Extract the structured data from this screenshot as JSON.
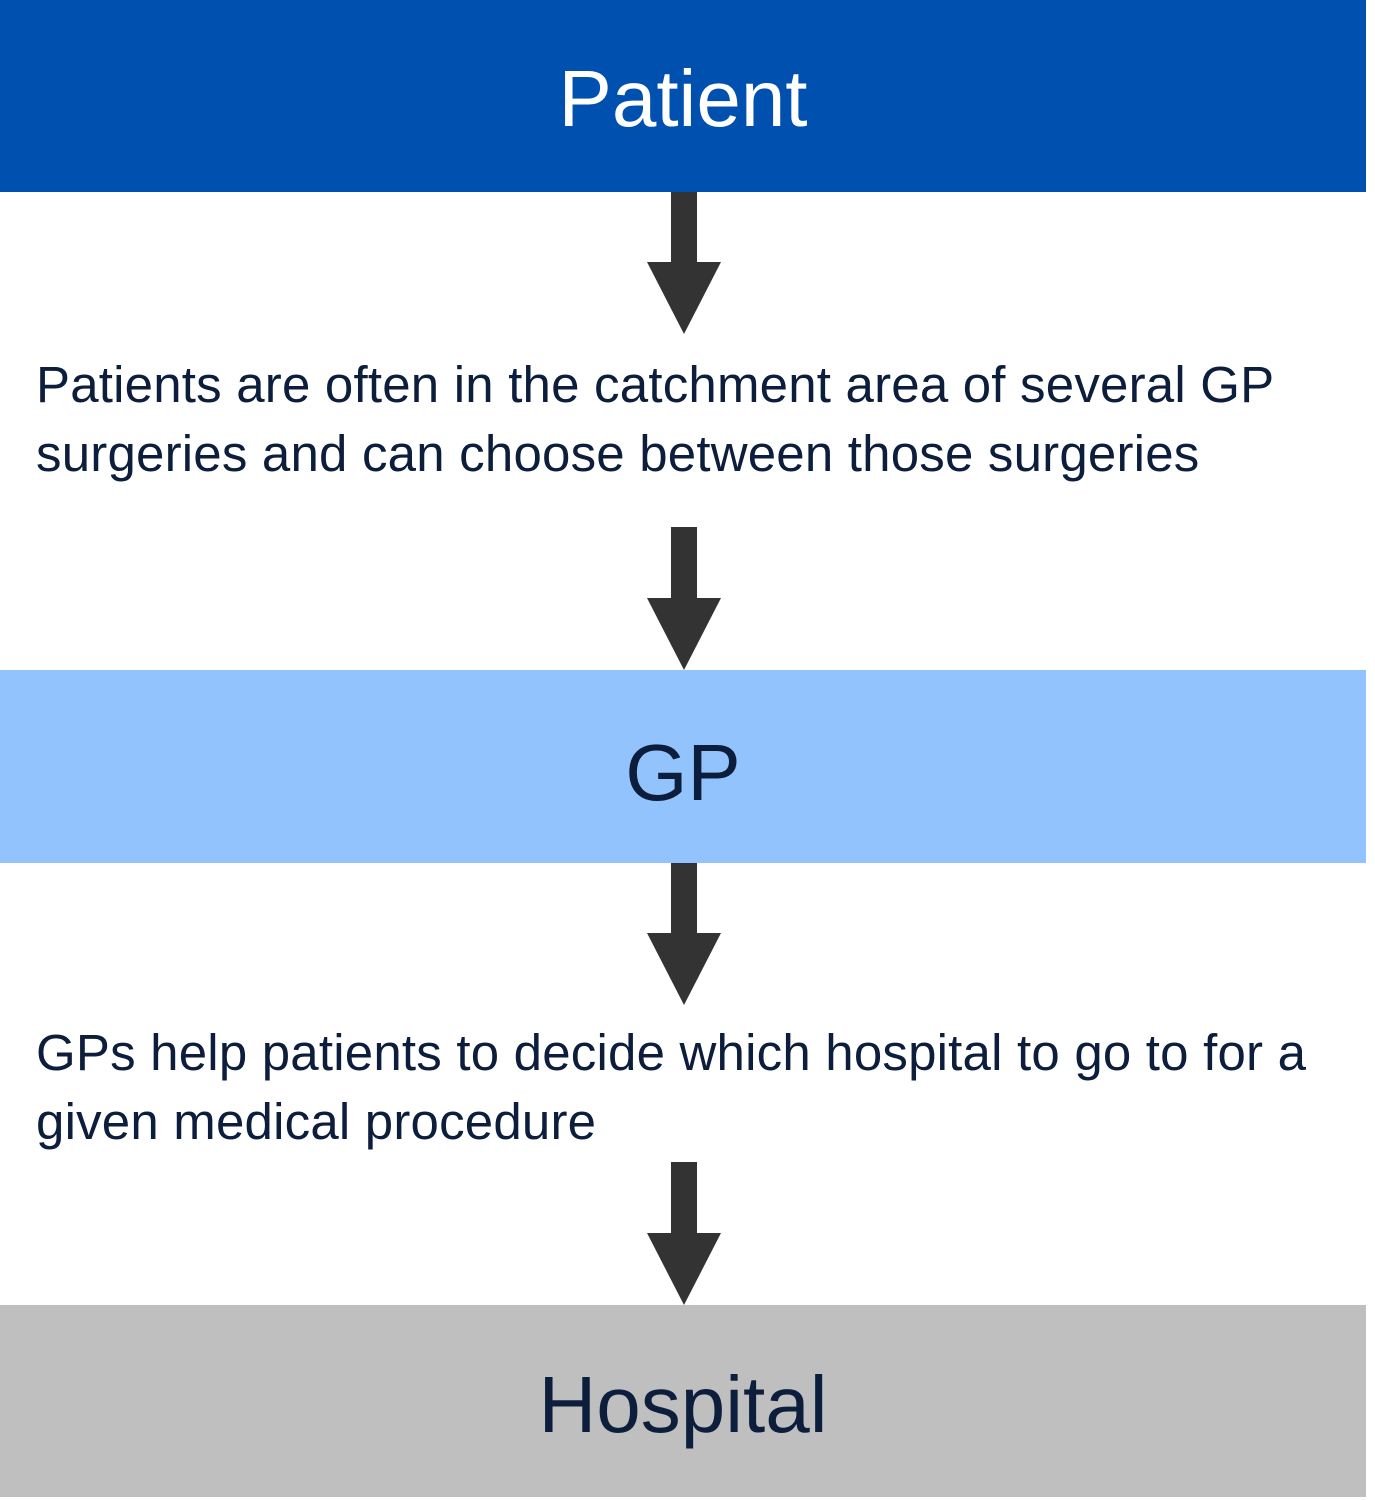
{
  "colors": {
    "patient_fill": "#0050B0",
    "patient_text": "#FFFFFF",
    "gp_fill": "#92C3FC",
    "hospital_fill": "#BFBFBF",
    "dark_text": "#0C1E3C",
    "arrow": "#333333"
  },
  "nodes": {
    "patient": "Patient",
    "gp": "GP",
    "hospital": "Hospital"
  },
  "notes": {
    "patient_to_gp": "Patients are often in the catchment area of several GP surgeries and can choose between those surgeries",
    "gp_to_hospital": "GPs help patients to decide which hospital to go to for a given medical procedure"
  },
  "arrows": [
    {
      "icon": "down-arrow-icon"
    },
    {
      "icon": "down-arrow-icon"
    },
    {
      "icon": "down-arrow-icon"
    },
    {
      "icon": "down-arrow-icon"
    }
  ]
}
